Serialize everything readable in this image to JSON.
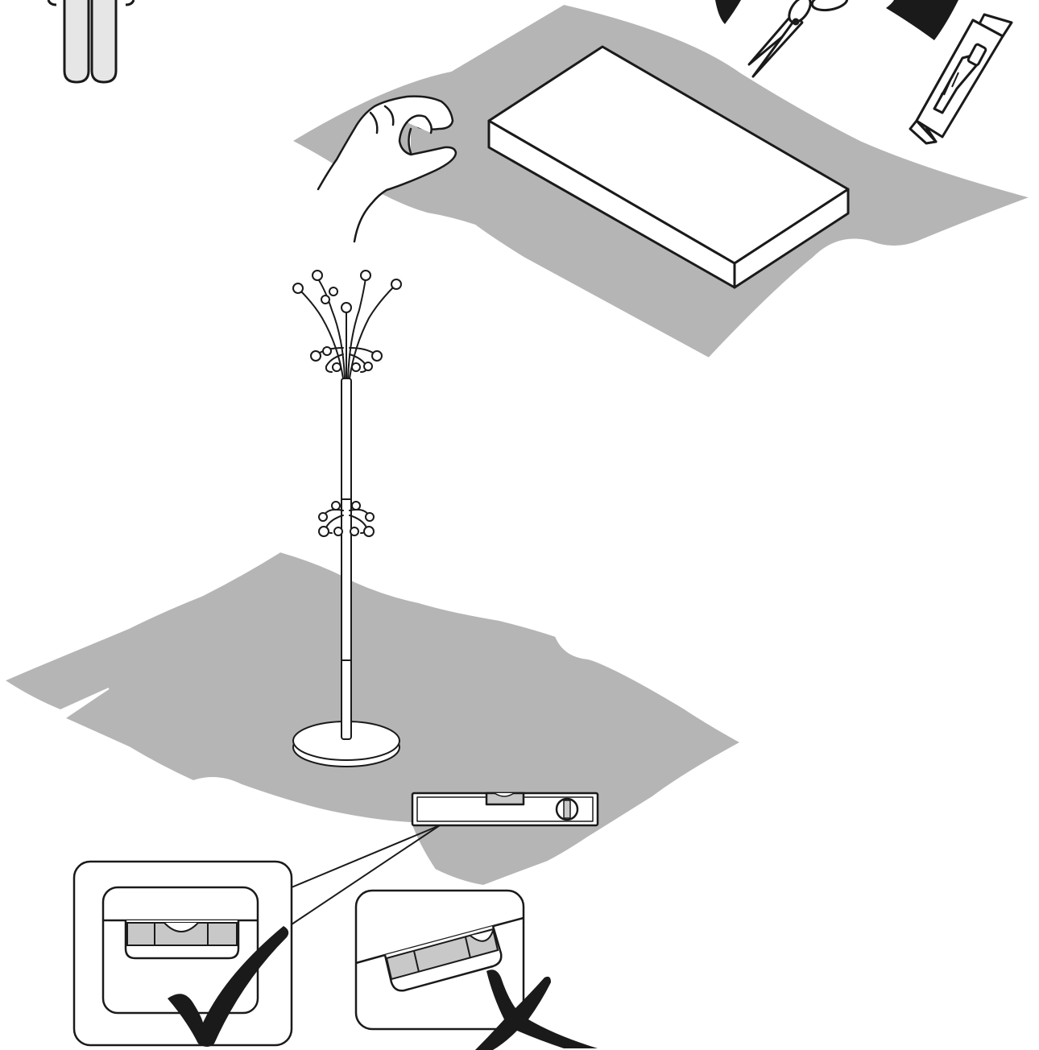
{
  "illustration": {
    "kind": "assembly-instruction",
    "text": []
  },
  "colors": {
    "mat": "#b5b5b5",
    "line": "#1a1a1a",
    "mark": "#1a1a1a",
    "paper": "#ffffff",
    "bubble_liquid": "#c8c8c8",
    "fold_white": "#e6e6e6"
  },
  "scenes": [
    {
      "id": "unpack",
      "parts": [
        "two-person-icon",
        "protective-mat-top",
        "flat-package-box",
        "hand-icon",
        "scissors-icon",
        "utility-knife-icon"
      ]
    },
    {
      "id": "level-check",
      "parts": [
        "protective-mat-bottom",
        "coat-stand",
        "round-base",
        "spirit-level"
      ]
    }
  ],
  "callouts": [
    {
      "id": "level-correct",
      "meaning": "correct",
      "icon": "checkmark-icon"
    },
    {
      "id": "level-incorrect",
      "meaning": "incorrect",
      "icon": "cross-icon"
    }
  ]
}
